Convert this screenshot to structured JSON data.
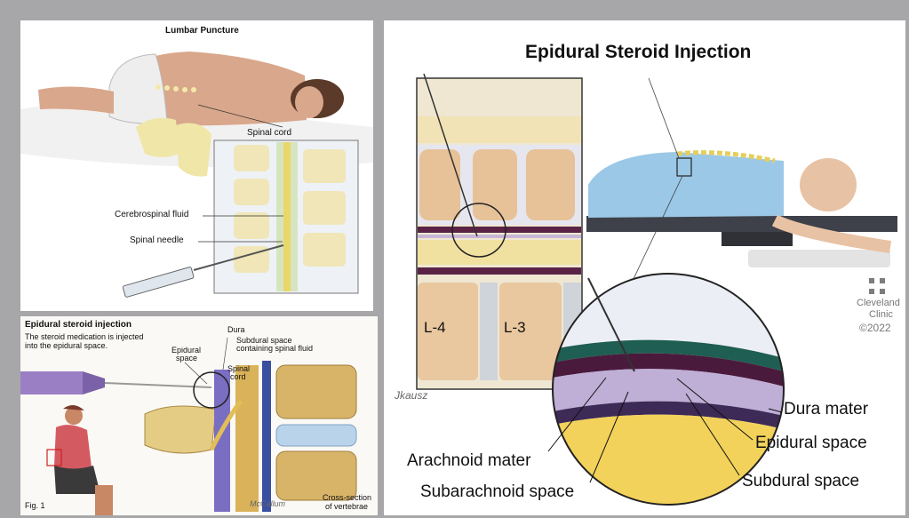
{
  "lumbar_puncture": {
    "title": "Lumbar Puncture",
    "labels": {
      "spinal_cord": "Spinal cord",
      "csf": "Cerebrospinal fluid",
      "spinal_needle": "Spinal needle"
    }
  },
  "epidural_fig": {
    "title": "Epidural steroid injection",
    "caption_line1": "The steroid medication is injected",
    "caption_line2": "into the epidural space.",
    "labels": {
      "dura": "Dura",
      "subdural_line1": "Subdural space",
      "subdural_line2": "containing spinal fluid",
      "epidural_line1": "Epidural",
      "epidural_line2": "space",
      "spinal_cord_line1": "Spinal",
      "spinal_cord_line2": "cord",
      "cross_section_line1": "Cross-section",
      "cross_section_line2": "of vertebrae",
      "fig": "Fig. 1",
      "signature": "McCallum"
    }
  },
  "clinic_fig": {
    "title": "Epidural Steroid Injection",
    "vertebra_labels": [
      "L-4",
      "L-3"
    ],
    "layer_labels": {
      "dura_mater": "Dura mater",
      "epidural_space": "Epidural space",
      "subdural_space": "Subdural space",
      "arachnoid_mater": "Arachnoid mater",
      "subarachnoid_space": "Subarachnoid space"
    },
    "logo": {
      "icon": "cleveland-clinic-cross-icon",
      "line1": "Cleveland",
      "line2": "Clinic",
      "copyright": "©2022"
    },
    "signature": "Jkausz"
  }
}
